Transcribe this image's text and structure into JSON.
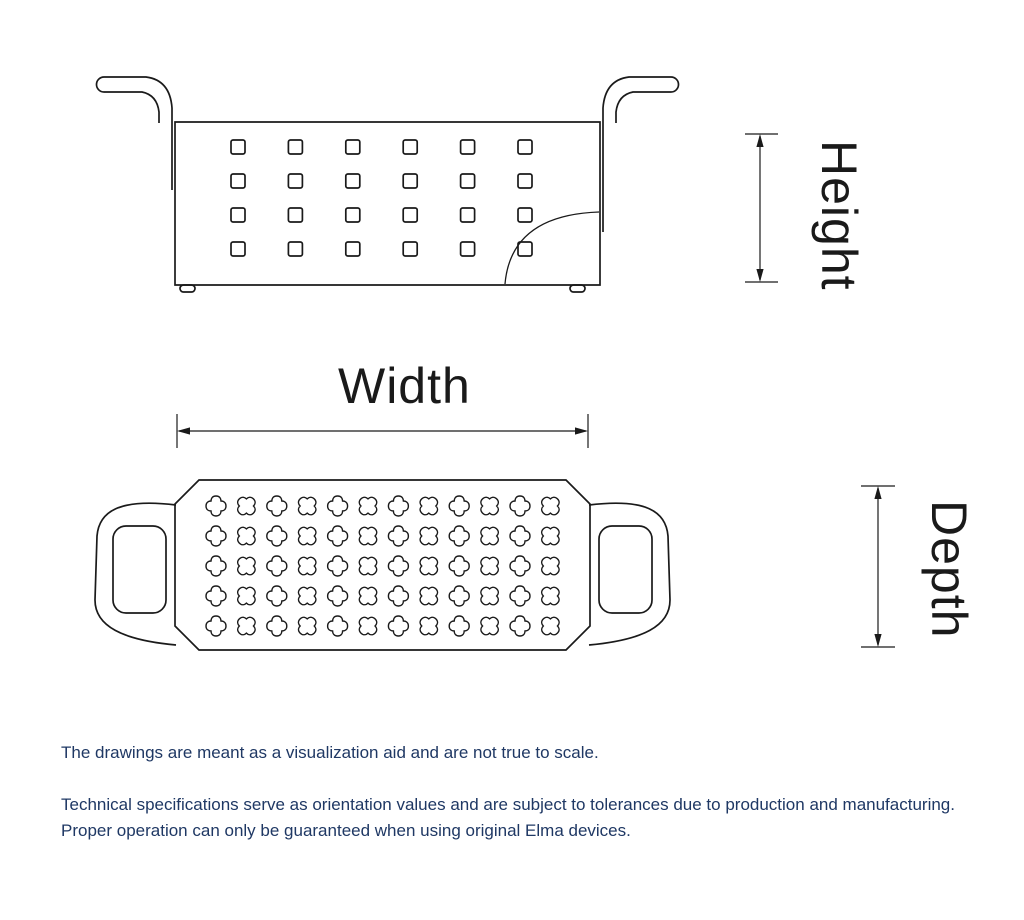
{
  "diagram": {
    "labels": {
      "height": "Height",
      "width": "Width",
      "depth": "Depth"
    },
    "line_color": "#1a1a1a",
    "side_view": {
      "description": "side view of perforated basket with square holes",
      "hole_rows": 4,
      "hole_cols": 6
    },
    "top_view": {
      "description": "top view of basket with quatrefoil perforations and two handles",
      "hole_rows": 5,
      "hole_cols": 12
    }
  },
  "notes": {
    "color": "#1f3864",
    "line1": "The drawings are meant as a visualization aid and are not true to scale.",
    "line2": "Technical specifications serve as orientation values and are subject to tolerances due to production and manufacturing.",
    "line3": "Proper operation can only be guaranteed when using original Elma devices."
  }
}
